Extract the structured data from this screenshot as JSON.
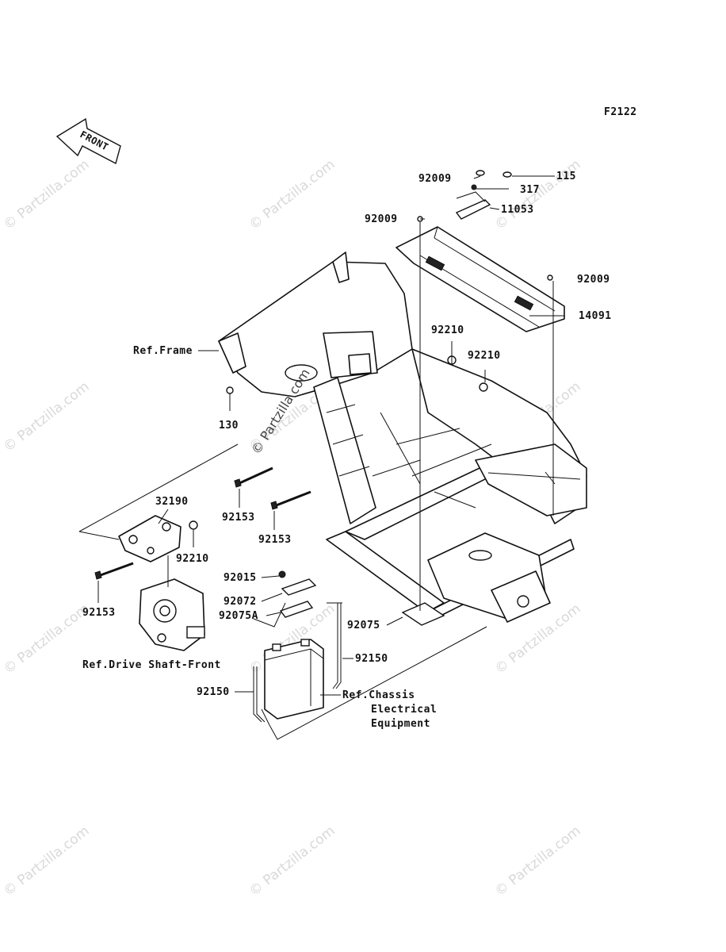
{
  "figure_code": "F2122",
  "front_arrow": {
    "label": "FRONT"
  },
  "watermark": {
    "text": "© Partzilla.com"
  },
  "callouts": [
    {
      "id": "c-92009-a",
      "text": "92009"
    },
    {
      "id": "c-115",
      "text": "115"
    },
    {
      "id": "c-317",
      "text": "317"
    },
    {
      "id": "c-92009-b",
      "text": "92009"
    },
    {
      "id": "c-11053",
      "text": "11053"
    },
    {
      "id": "c-92009-c",
      "text": "92009"
    },
    {
      "id": "c-14091",
      "text": "14091"
    },
    {
      "id": "c-92210-a",
      "text": "92210"
    },
    {
      "id": "c-92210-b",
      "text": "92210"
    },
    {
      "id": "c-130",
      "text": "130"
    },
    {
      "id": "c-32190",
      "text": "32190"
    },
    {
      "id": "c-92210-c",
      "text": "92210"
    },
    {
      "id": "c-92153-a",
      "text": "92153"
    },
    {
      "id": "c-92153-b",
      "text": "92153"
    },
    {
      "id": "c-92153-c",
      "text": "92153"
    },
    {
      "id": "c-92015",
      "text": "92015"
    },
    {
      "id": "c-92072",
      "text": "92072"
    },
    {
      "id": "c-92075A",
      "text": "92075A"
    },
    {
      "id": "c-92075",
      "text": "92075"
    },
    {
      "id": "c-92150-a",
      "text": "92150"
    },
    {
      "id": "c-92150-b",
      "text": "92150"
    }
  ],
  "references": {
    "frame": "Ref.Frame",
    "drive_shaft": "Ref.Drive Shaft-Front",
    "chassis_line1": "Ref.Chassis",
    "chassis_line2": "Electrical",
    "chassis_line3": "Equipment"
  }
}
